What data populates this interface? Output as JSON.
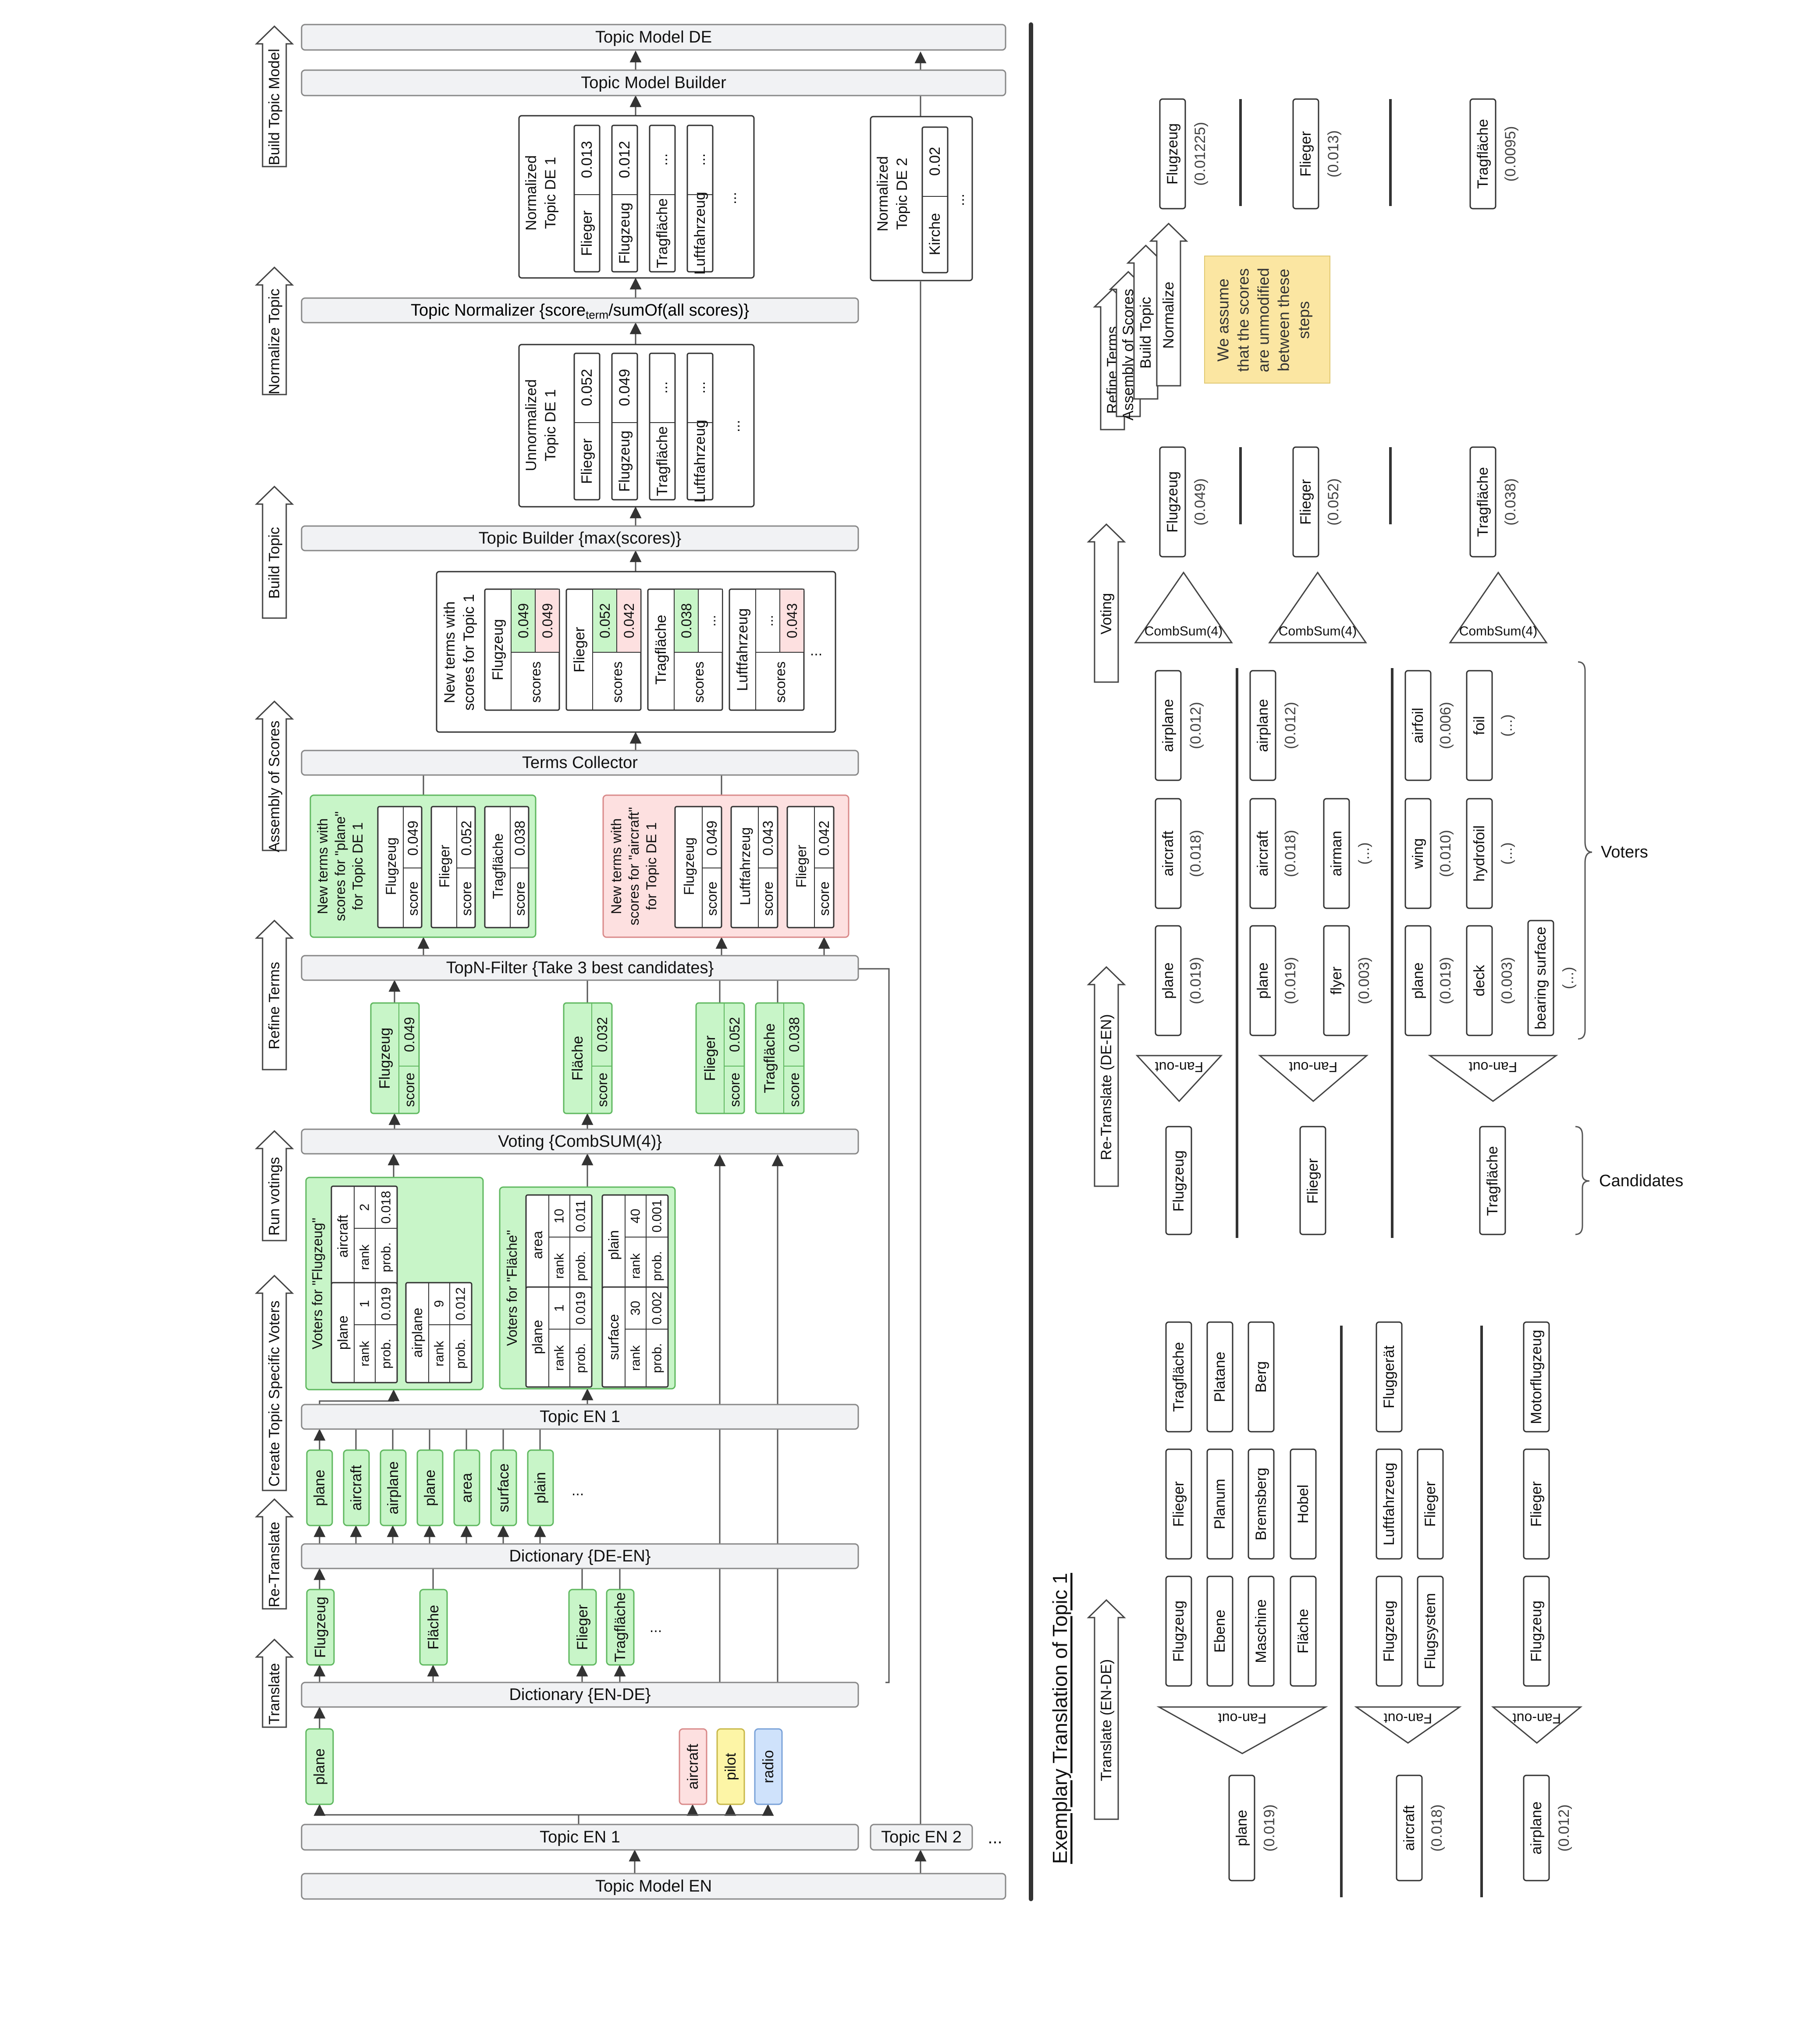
{
  "colors": {
    "bar_fill": "#f1f2f4",
    "green": "#c8f5c8",
    "green_stroke": "#5fb85f",
    "red": "#fde0e0",
    "red_stroke": "#d98a8a",
    "yellow": "#fdf5a6",
    "blue": "#cfe2fb",
    "note": "#fbe6a2",
    "stroke": "#333333"
  },
  "bars": {
    "topic_model_de": "Topic Model DE",
    "topic_model_builder": "Topic Model Builder",
    "topic_normalizer_a": "Topic Normalizer {score",
    "topic_normalizer_sub": "term",
    "topic_normalizer_b": "/sumOf(all scores)}",
    "topic_builder": "Topic Builder {max(scores)}",
    "terms_collector": "Terms Collector",
    "topn_filter": "TopN-Filter {Take 3 best candidates}",
    "voting": "Voting {CombSUM(4)}",
    "topic_en1_upper": "Topic EN 1",
    "dict_de_en": "Dictionary {DE-EN}",
    "dict_en_de": "Dictionary {EN-DE}",
    "topic_en1_lower": "Topic EN 1",
    "topic_en2": "Topic EN 2",
    "topic_model_en": "Topic Model EN",
    "more": "..."
  },
  "stages": [
    "Build Topic Model",
    "Normalize Topic",
    "Build Topic",
    "Assembly of Scores",
    "Refine Terms",
    "Run votings",
    "Create Topic Specific Voters",
    "Re-Translate",
    "Translate"
  ],
  "normalized": {
    "title1": "Normalized",
    "title2": "Topic DE 1",
    "rows": [
      {
        "term": "Flieger",
        "val": "0.013"
      },
      {
        "term": "Flugzeug",
        "val": "0.012"
      },
      {
        "term": "Tragfläche",
        "val": "..."
      },
      {
        "term": "Luftfahrzeug",
        "val": "..."
      }
    ],
    "more": "..."
  },
  "normalized2": {
    "title1": "Normalized",
    "title2": "Topic DE 2",
    "rows": [
      {
        "term": "Kirche",
        "val": "0.02"
      }
    ],
    "more": "..."
  },
  "unnormalized": {
    "title1": "Unnormalized",
    "title2": "Topic DE 1",
    "rows": [
      {
        "term": "Flieger",
        "val": "0.052"
      },
      {
        "term": "Flugzeug",
        "val": "0.049"
      },
      {
        "term": "Tragfläche",
        "val": "..."
      },
      {
        "term": "Luftfahrzeug",
        "val": "..."
      }
    ],
    "more": "..."
  },
  "new_terms_topic": {
    "title1": "New terms with",
    "title2": "scores for Topic 1",
    "items": [
      {
        "term": "Flugzeug",
        "label": "scores",
        "v1": "0.049",
        "v2": "0.049"
      },
      {
        "term": "Flieger",
        "label": "scores",
        "v1": "0.052",
        "v2": "0.042"
      },
      {
        "term": "Tragfläche",
        "label": "scores",
        "v1": "0.038",
        "v2": "..."
      },
      {
        "term": "Luftfahrzeug",
        "label": "scores",
        "v1": "...",
        "v2": "0.043"
      }
    ],
    "more": "..."
  },
  "plane_box": {
    "t1": "New terms with",
    "t2": "scores for \"plane\"",
    "t3": "for Topic DE 1",
    "items": [
      {
        "term": "Flugzeug",
        "label": "score",
        "val": "0.049"
      },
      {
        "term": "Flieger",
        "label": "score",
        "val": "0.052"
      },
      {
        "term": "Tragfläche",
        "label": "score",
        "val": "0.038"
      }
    ]
  },
  "aircraft_box": {
    "t1": "New terms with",
    "t2": "scores for \"aircraft\"",
    "t3": "for Topic DE 1",
    "items": [
      {
        "term": "Flugzeug",
        "label": "score",
        "val": "0.049"
      },
      {
        "term": "Luftfahrzeug",
        "label": "score",
        "val": "0.043"
      },
      {
        "term": "Flieger",
        "label": "score",
        "val": "0.042"
      }
    ]
  },
  "vote_results": [
    {
      "term": "Flugzeug",
      "label": "score",
      "val": "0.049"
    },
    {
      "term": "Fläche",
      "label": "score",
      "val": "0.032"
    },
    {
      "term": "Flieger",
      "label": "score",
      "val": "0.052"
    },
    {
      "term": "Tragfläche",
      "label": "score",
      "val": "0.038"
    }
  ],
  "voters_flugzeug": {
    "title": "Voters for \"Flugzeug\"",
    "cards": [
      {
        "word": "aircraft",
        "rank_label": "rank",
        "rank": "2",
        "prob_label": "prob.",
        "prob": "0.018"
      },
      {
        "word": "plane",
        "rank_label": "rank",
        "rank": "1",
        "prob_label": "prob.",
        "prob": "0.019"
      },
      {
        "word": "airplane",
        "rank_label": "rank",
        "rank": "9",
        "prob_label": "prob.",
        "prob": "0.012"
      }
    ]
  },
  "voters_flaeche": {
    "title": "Voters for \"Fläche\"",
    "cards": [
      {
        "word": "area",
        "rank_label": "rank",
        "rank": "10",
        "prob_label": "prob.",
        "prob": "0.011"
      },
      {
        "word": "plain",
        "rank_label": "rank",
        "rank": "40",
        "prob_label": "prob.",
        "prob": "0.001"
      },
      {
        "word": "plane",
        "rank_label": "rank",
        "rank": "1",
        "prob_label": "prob.",
        "prob": "0.019"
      },
      {
        "word": "surface",
        "rank_label": "rank",
        "rank": "30",
        "prob_label": "prob.",
        "prob": "0.002"
      }
    ]
  },
  "retranslated": [
    "plane",
    "aircraft",
    "airplane",
    "plane",
    "area",
    "surface",
    "plain",
    "..."
  ],
  "translated": [
    "Flugzeug",
    "Fläche",
    "Flieger",
    "Tragfläche",
    "..."
  ],
  "source_terms": [
    "plane",
    "aircraft",
    "pilot",
    "radio"
  ],
  "right": {
    "title": "Exemplary Translation of Topic 1",
    "stages": {
      "translate": "Translate (EN-DE)",
      "retranslate": "Re-Translate (DE-EN)",
      "voting": "Voting",
      "refine": "Refine Terms",
      "assembly": "Assembly of Scores",
      "build": "Build Topic",
      "normalize": "Normalize"
    },
    "fanout": "Fan-out",
    "combsum": "CombSum(4)",
    "candidates": "Candidates",
    "voters": "Voters",
    "note": [
      "We assume",
      "that the scores",
      "are unmodified",
      "between these",
      "steps"
    ],
    "sources": [
      {
        "term": "plane",
        "score": "(0.019)"
      },
      {
        "term": "aircraft",
        "score": "(0.018)"
      },
      {
        "term": "airplane",
        "score": "(0.012)"
      }
    ],
    "translations": [
      [
        "Flugzeug",
        "Flieger",
        "Tragfläche",
        "Ebene",
        "Planum",
        "Platane",
        "Maschine",
        "Bremsberg",
        "Berg",
        "Fläche",
        "Hobel"
      ],
      [
        "Flugzeug",
        "Luftfahrzeug",
        "Fluggerät",
        "Flugsystem",
        "Flieger"
      ],
      [
        "Flugzeug",
        "Flieger",
        "Motorflugzeug"
      ]
    ],
    "candidate_terms": [
      "Flugzeug",
      "Flieger",
      "Tragfläche"
    ],
    "voter_cols": [
      [
        {
          "w": "plane",
          "s": "(0.019)"
        },
        {
          "w": "aircraft",
          "s": "(0.018)"
        },
        {
          "w": "airplane",
          "s": "(0.012)"
        }
      ],
      [
        {
          "w": "plane",
          "s": "(0.019)"
        },
        {
          "w": "aircraft",
          "s": "(0.018)"
        },
        {
          "w": "airplane",
          "s": "(0.012)"
        },
        {
          "w": "flyer",
          "s": "(0.003)"
        },
        {
          "w": "airman",
          "s": "(...)"
        }
      ],
      [
        {
          "w": "plane",
          "s": "(0.019)"
        },
        {
          "w": "wing",
          "s": "(0.010)"
        },
        {
          "w": "airfoil",
          "s": "(0.006)"
        },
        {
          "w": "deck",
          "s": "(0.003)"
        },
        {
          "w": "hydrofoil",
          "s": "(...)"
        },
        {
          "w": "foil",
          "s": "(...)"
        },
        {
          "w": "bearing surface",
          "s": "(...)"
        }
      ]
    ],
    "voted": [
      {
        "w": "Flugzeug",
        "s": "(0.049)"
      },
      {
        "w": "Flieger",
        "s": "(0.052)"
      },
      {
        "w": "Tragfläche",
        "s": "(0.038)"
      }
    ],
    "final": [
      {
        "w": "Flugzeug",
        "s": "(0.01225)"
      },
      {
        "w": "Flieger",
        "s": "(0.013)"
      },
      {
        "w": "Tragfläche",
        "s": "(0.0095)"
      }
    ]
  }
}
